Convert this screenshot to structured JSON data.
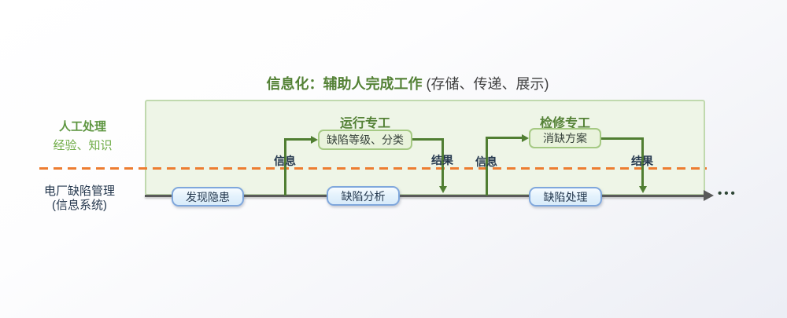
{
  "title": {
    "main": "信息化：辅助人完成工作",
    "paren": "(存储、传递、展示)"
  },
  "left_labels": {
    "manual": {
      "line1": "人工处理",
      "line2": "经验、知识"
    },
    "system": {
      "line1": "电厂缺陷管理",
      "line2": "(信息系统)"
    }
  },
  "subprocesses": [
    {
      "role": "运行专工",
      "task": "缺陷等级、分类",
      "input": "信息",
      "output": "结果"
    },
    {
      "role": "检修专工",
      "task": "消缺方案",
      "input": "信息",
      "output": "结果"
    }
  ],
  "flow": {
    "steps": [
      "发现隐患",
      "缺陷分析",
      "缺陷处理"
    ],
    "ellipsis": "•••"
  },
  "icons": {
    "connector_arrows": "arrow-right-icon / arrow-down-icon",
    "flow_end": "arrow-right-icon"
  },
  "colors": {
    "title_green": "#538135",
    "label_green": "#70ad47",
    "connector_green": "#507e32",
    "panel_fill": "#eef5e7",
    "panel_border": "#c0d9ae",
    "task_fill": "#e9f3dc",
    "task_border": "#a5c983",
    "divider_orange": "#ed7d31",
    "flow_line_gray": "#595959",
    "step_fill": "#ddecfa",
    "step_border": "#7fa7dc",
    "dark_text": "#25384e"
  }
}
